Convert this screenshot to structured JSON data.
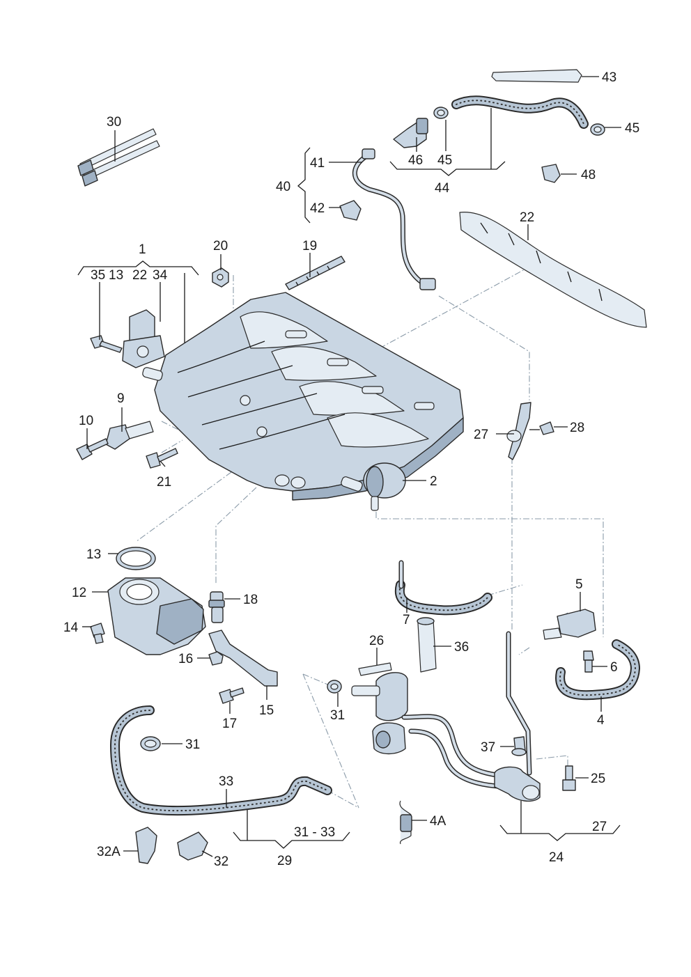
{
  "labels": {
    "l1": "1",
    "l2": "2",
    "l4": "4",
    "l4a": "4A",
    "l5": "5",
    "l6": "6",
    "l7": "7",
    "l9": "9",
    "l10": "10",
    "l12": "12",
    "l13a": "13",
    "l13b": "13",
    "l14": "14",
    "l15": "15",
    "l16": "16",
    "l17": "17",
    "l18": "18",
    "l19": "19",
    "l20": "20",
    "l21": "21",
    "l22a": "22",
    "l22b": "22",
    "l24": "24",
    "l25": "25",
    "l26": "26",
    "l27a": "27",
    "l27b": "27",
    "l28": "28",
    "l29": "29",
    "l30": "30",
    "l31a": "31",
    "l31b": "31",
    "l3133": "31 - 33",
    "l32": "32",
    "l32a": "32A",
    "l33": "33",
    "l34": "34",
    "l35": "35",
    "l36": "36",
    "l37": "37",
    "l40": "40",
    "l41": "41",
    "l42": "42",
    "l43": "43",
    "l44": "44",
    "l45a": "45",
    "l45b": "45",
    "l46": "46",
    "l48": "48"
  }
}
